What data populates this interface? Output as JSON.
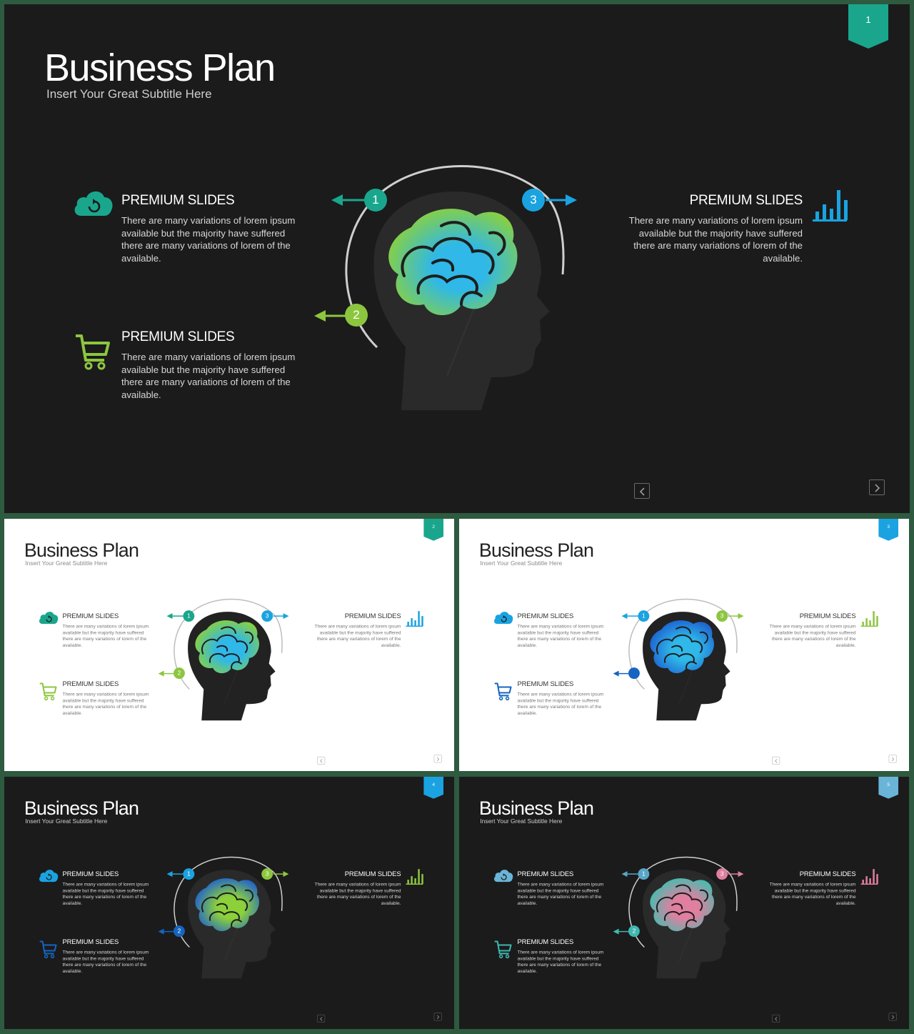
{
  "slides": [
    {
      "number": "1",
      "theme": "dark",
      "title": "Business Plan",
      "subtitle": "Insert  Your Great Subtitle Here",
      "colors": {
        "marker1": "#1aa68c",
        "marker2": "#8cc63f",
        "marker3": "#1aa3e0",
        "badge": "#1aa68c",
        "cloud_icon": "#1aa68c",
        "cart_icon": "#8cc63f",
        "chart_icon": "#1aa3e0",
        "brain_a": "#8cd13a",
        "brain_b": "#2fb8e8"
      },
      "markers": [
        "1",
        "2",
        "3"
      ],
      "blocks": [
        {
          "heading": "PREMIUM SLIDES",
          "body": "There are many variations of lorem ipsum available but the majority have suffered there are many variations of lorem of the available."
        },
        {
          "heading": "PREMIUM SLIDES",
          "body": "There are many variations of lorem ipsum available but the majority have suffered there are many variations of lorem of the available."
        },
        {
          "heading": "PREMIUM SLIDES",
          "body": "There are many variations of lorem ipsum available but the majority have suffered there are many variations of lorem of the available."
        }
      ],
      "icons": [
        "cloud-refresh-icon",
        "shopping-cart-icon",
        "bar-chart-icon",
        "brain-icon",
        "head-silhouette-icon",
        "chevron-left-icon",
        "chevron-right-icon"
      ]
    },
    {
      "number": "2",
      "theme": "light",
      "title": "Business Plan",
      "subtitle": "Insert  Your Great Subtitle Here",
      "colors": {
        "marker1": "#1aa68c",
        "marker2": "#8cc63f",
        "marker3": "#1aa3e0",
        "badge": "#1aa68c",
        "cloud_icon": "#1aa68c",
        "cart_icon": "#8cc63f",
        "chart_icon": "#1aa3e0",
        "brain_a": "#8cd13a",
        "brain_b": "#2fb8e8"
      },
      "markers": [
        "1",
        "2",
        "3"
      ],
      "blocks": [
        {
          "heading": "PREMIUM SLIDES",
          "body": "There are many variations of lorem ipsum available but the majority have suffered there are many variations of lorem of the available."
        },
        {
          "heading": "PREMIUM SLIDES",
          "body": "There are many variations of lorem ipsum available but the majority have suffered there are many variations of lorem of the available."
        },
        {
          "heading": "PREMIUM SLIDES",
          "body": "There are many variations of lorem ipsum available but the majority have suffered there are many variations of lorem of the available."
        }
      ]
    },
    {
      "number": "3",
      "theme": "light",
      "title": "Business Plan",
      "subtitle": "Insert  Your Great Subtitle Here",
      "colors": {
        "marker1": "#1aa3e0",
        "marker2": "#1565c0",
        "marker3": "#8cc63f",
        "badge": "#1aa3e0",
        "cloud_icon": "#1aa3e0",
        "cart_icon": "#1565c0",
        "chart_icon": "#8cc63f",
        "brain_a": "#1d5fd0",
        "brain_b": "#2fb8e8"
      },
      "markers": [
        "1",
        "",
        "3"
      ],
      "blocks": [
        {
          "heading": "PREMIUM SLIDES",
          "body": "There are many variations of lorem ipsum available but the majority have suffered there are many variations of lorem of the available."
        },
        {
          "heading": "PREMIUM SLIDES",
          "body": "There are many variations of lorem ipsum available but the majority have suffered there are many variations of lorem of the available."
        },
        {
          "heading": "PREMIUM SLIDES",
          "body": "There are many variations of lorem ipsum available but the majority have suffered there are many variations of lorem of the available."
        }
      ]
    },
    {
      "number": "4",
      "theme": "dark",
      "title": "Business Plan",
      "subtitle": "Insert  Your Great Subtitle Here",
      "colors": {
        "marker1": "#1aa3e0",
        "marker2": "#1565c0",
        "marker3": "#8cc63f",
        "badge": "#1aa3e0",
        "cloud_icon": "#1aa3e0",
        "cart_icon": "#1565c0",
        "chart_icon": "#8cc63f",
        "brain_a": "#1d5fd0",
        "brain_b": "#8cd13a"
      },
      "markers": [
        "1",
        "2",
        "3"
      ],
      "blocks": [
        {
          "heading": "PREMIUM SLIDES",
          "body": "There are many variations of lorem ipsum available but the majority have suffered there are many variations of lorem of the available."
        },
        {
          "heading": "PREMIUM SLIDES",
          "body": "There are many variations of lorem ipsum available but the majority have suffered there are many variations of lorem of the available."
        },
        {
          "heading": "PREMIUM SLIDES",
          "body": "There are many variations of lorem ipsum available but the majority have suffered there are many variations of lorem of the available."
        }
      ]
    },
    {
      "number": "5",
      "theme": "dark",
      "title": "Business Plan",
      "subtitle": "Insert  Your Great Subtitle Here",
      "colors": {
        "marker1": "#5aa6c8",
        "marker2": "#3fb8b0",
        "marker3": "#e07fa0",
        "badge": "#6ab4d8",
        "cloud_icon": "#6ab4d8",
        "cart_icon": "#3fb8b0",
        "chart_icon": "#e07fa0",
        "brain_a": "#3fbfb0",
        "brain_b": "#e07fa0"
      },
      "markers": [
        "1",
        "2",
        "3"
      ],
      "blocks": [
        {
          "heading": "PREMIUM SLIDES",
          "body": "There are many variations of lorem ipsum available but the majority have suffered there are many variations of lorem of the available."
        },
        {
          "heading": "PREMIUM SLIDES",
          "body": "There are many variations of lorem ipsum available but the majority have suffered there are many variations of lorem of the available."
        },
        {
          "heading": "PREMIUM SLIDES",
          "body": "There are many variations of lorem ipsum available but the majority have suffered there are many variations of lorem of the available."
        }
      ]
    }
  ]
}
